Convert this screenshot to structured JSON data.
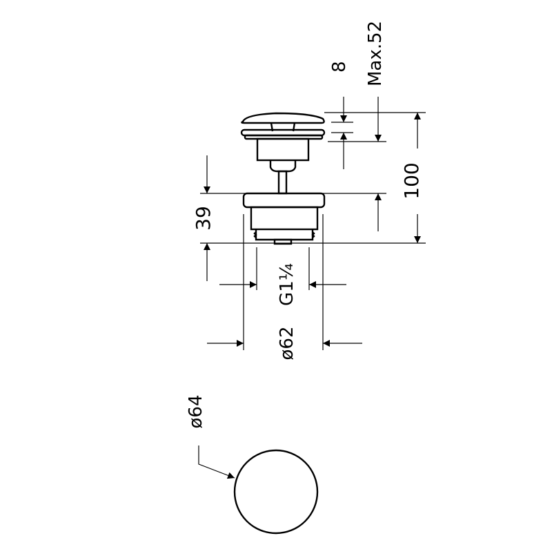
{
  "dimensions": {
    "max_height": "Max.52",
    "gap": "8",
    "total_height": "100",
    "body_height": "39",
    "thread": "G1¼",
    "flange_diameter": "ø62",
    "cap_diameter": "ø64"
  },
  "colors": {
    "line": "#000000",
    "background": "#ffffff"
  }
}
